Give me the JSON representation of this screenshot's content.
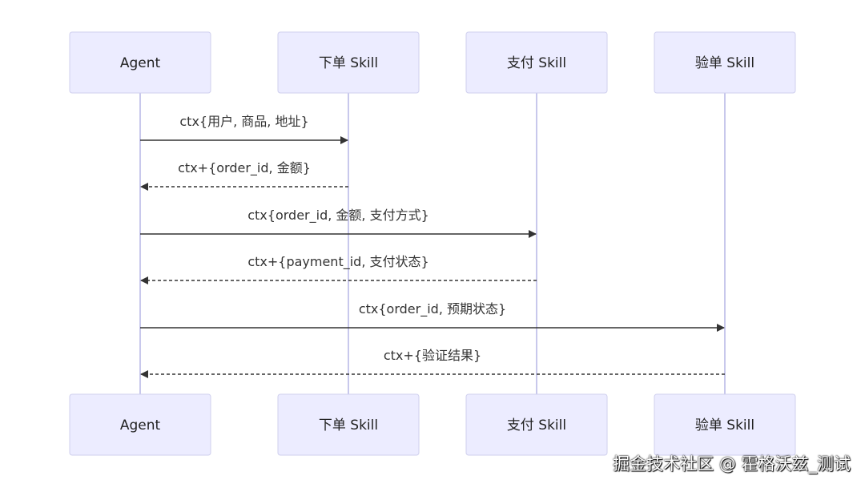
{
  "participants": [
    {
      "id": "agent",
      "label": "Agent"
    },
    {
      "id": "order",
      "label": "下单 Skill"
    },
    {
      "id": "pay",
      "label": "支付 Skill"
    },
    {
      "id": "verify",
      "label": "验单 Skill"
    }
  ],
  "messages": [
    {
      "from": "agent",
      "to": "order",
      "label": "ctx{用户, 商品, 地址}",
      "style": "solid"
    },
    {
      "from": "order",
      "to": "agent",
      "label": "ctx+{order_id, 金额}",
      "style": "dashed"
    },
    {
      "from": "agent",
      "to": "pay",
      "label": "ctx{order_id, 金额, 支付方式}",
      "style": "solid"
    },
    {
      "from": "pay",
      "to": "agent",
      "label": "ctx+{payment_id, 支付状态}",
      "style": "dashed"
    },
    {
      "from": "agent",
      "to": "verify",
      "label": "ctx{order_id, 预期状态}",
      "style": "solid"
    },
    {
      "from": "verify",
      "to": "agent",
      "label": "ctx+{验证结果}",
      "style": "dashed"
    }
  ],
  "watermark": "掘金技术社区 @ 霍格沃兹_测试",
  "colors": {
    "actor_fill": "#ececff",
    "actor_stroke": "#cfcfee",
    "lifeline": "#c8c8ec",
    "message": "#333333"
  }
}
